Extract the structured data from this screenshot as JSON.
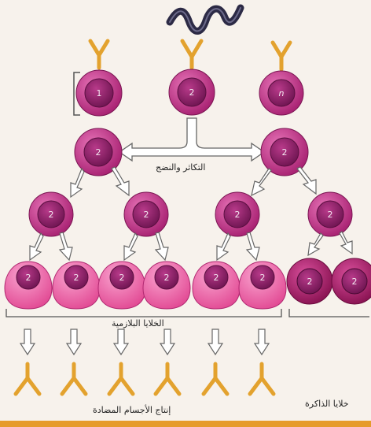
{
  "labels": {
    "proliferation": "التكاثر والنضج",
    "plasma_cells": "الخلايا البلازمية",
    "antibody_production": "إنتاج الأجسام المضادة",
    "memory_cells": "خلايا الذاكرة"
  },
  "cells": {
    "top": [
      "1",
      "2",
      "n"
    ],
    "generation_1": [
      "2",
      "2"
    ],
    "generation_2": [
      "2",
      "2",
      "2",
      "2"
    ],
    "plasma": [
      "2",
      "2",
      "2",
      "2",
      "2",
      "2"
    ],
    "memory": [
      "2",
      "2"
    ]
  },
  "colors": {
    "cell_outer": "#c9338f",
    "cell_nucleus": "#9b2070",
    "plasma_outer": "#ec5fa3",
    "memory_outer": "#b01f73",
    "antibody": "#e3a22e",
    "antigen": "#2c2a45",
    "bottom_bar": "#e69b2c"
  }
}
